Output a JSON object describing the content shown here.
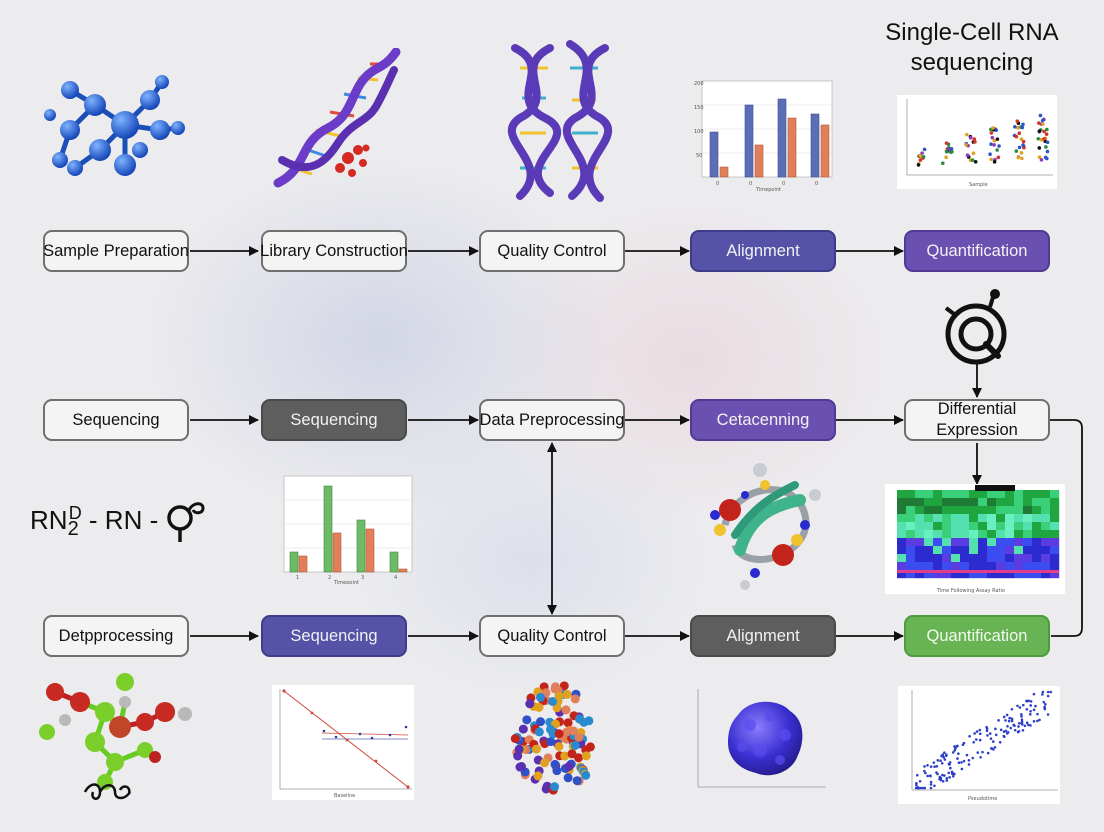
{
  "title": {
    "line1": "Single-Cell RNA",
    "line2": "sequencing"
  },
  "row1": [
    {
      "label": "Sample Preparation",
      "style": "light"
    },
    {
      "label": "Library Construction",
      "style": "light"
    },
    {
      "label": "Quality Control",
      "style": "light"
    },
    {
      "label": "Alignment",
      "style": "indigo"
    },
    {
      "label": "Quantification",
      "style": "violet"
    }
  ],
  "row2": [
    {
      "label": "Sequencing",
      "style": "light"
    },
    {
      "label": "Sequencing",
      "style": "gray"
    },
    {
      "label": "Data Preprocessing",
      "style": "light"
    },
    {
      "label": "Cetacenning",
      "style": "violet"
    },
    {
      "label": "Differential Expression",
      "style": "light"
    }
  ],
  "row3": [
    {
      "label": "Detpprocessing",
      "style": "light"
    },
    {
      "label": "Sequencing",
      "style": "indigo"
    },
    {
      "label": "Quality Control",
      "style": "light"
    },
    {
      "label": "Alignment",
      "style": "gray"
    },
    {
      "label": "Quantification",
      "style": "green"
    }
  ],
  "formula": {
    "part1": "R",
    "part2": "N",
    "sub": "2",
    "sup": "D",
    "part3": " - RN - "
  },
  "colors": {
    "light_fill": "#f4f4f4",
    "gray_fill": "#5e5e5e",
    "indigo_fill": "#5552a8",
    "violet_fill": "#6a50b0",
    "green_fill": "#68b354",
    "bar_blue": "#5b6fb8",
    "bar_orange": "#e07f5a",
    "bar_green": "#6dbb66"
  },
  "icons": [
    "molecule-icon",
    "dna-helix-icon",
    "double-helix-icon",
    "bar-chart-icon",
    "dot-plot-icon",
    "search-target-icon",
    "heatmap-icon",
    "protein-icon",
    "scatter-plot-icon",
    "nanoparticle-icon",
    "cell-blob-icon",
    "line-plot-icon"
  ]
}
